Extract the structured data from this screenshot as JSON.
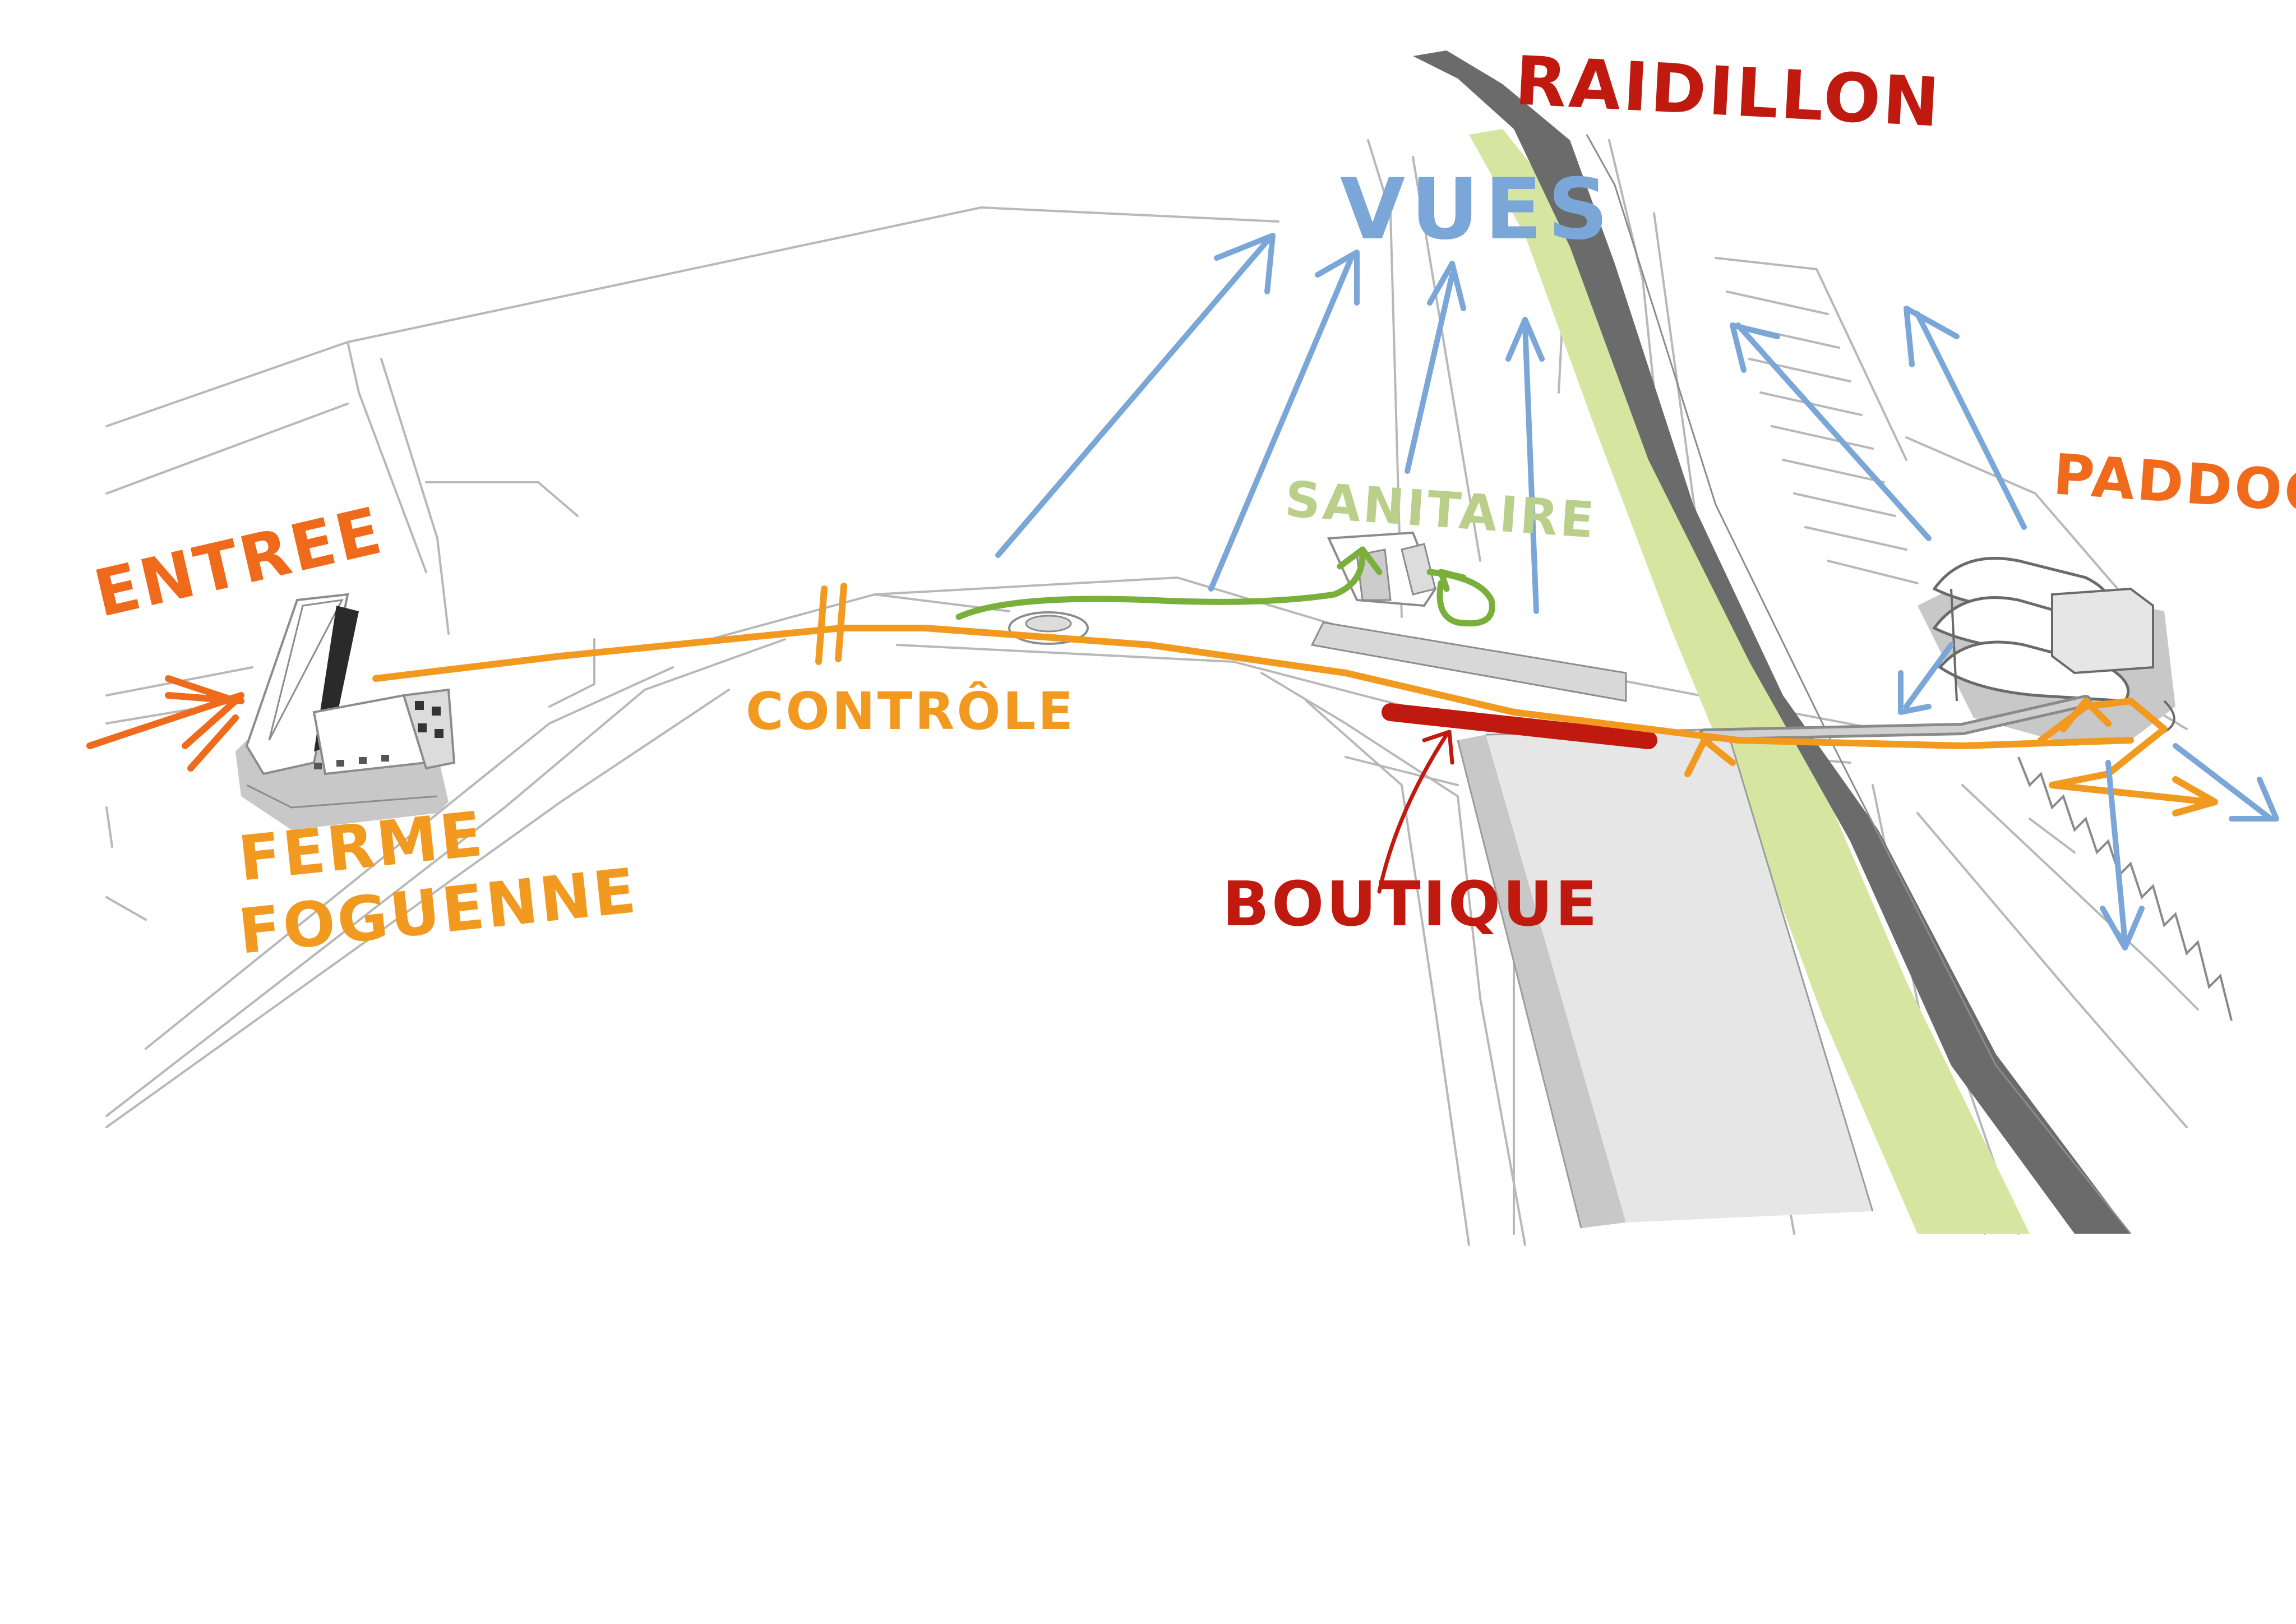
{
  "labels": {
    "raidillon": "RAIDILLON",
    "vues": "VUES",
    "sanitaire": "SANITAIRE",
    "paddock": "PADDOCK",
    "entree": "ENTREE",
    "controle": "CONTRÔLE",
    "ferme_line1": "FERME",
    "ferme_line2": "FOGUENNE",
    "boutique": "BOUTIQUE"
  },
  "colors": {
    "background": "#ffffff",
    "base_line": "#b8b8b8",
    "track": "#6b6b6b",
    "verge": "#d6e6a0",
    "building_shadow": "#c8c8c8",
    "building_light": "#e6e6e6",
    "route_orange": "#f29a1f",
    "entry_orange": "#f06a1c",
    "view_blue": "#7aa6d8",
    "sanitaire_green": "#7aaf3c",
    "sanitaire_label": "#b9cf8a",
    "boutique_red": "#c01a10"
  }
}
